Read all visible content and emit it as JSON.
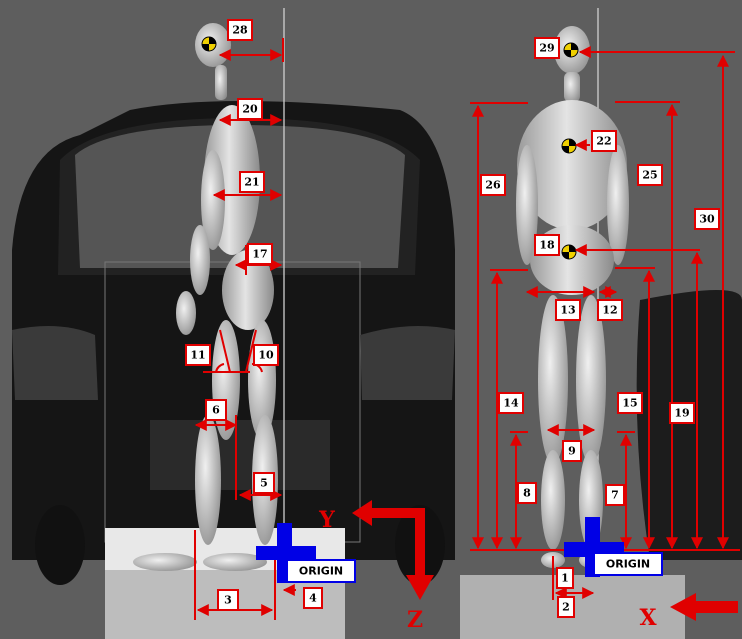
{
  "colors": {
    "dimension": "#e00000",
    "origin_cross": "#0000e6",
    "background": "#5f5f5f"
  },
  "side_view": {
    "labels": [
      "28",
      "20",
      "21",
      "17",
      "11",
      "10",
      "6",
      "5",
      "3",
      "4"
    ],
    "origin_label": "ORIGIN",
    "axes": {
      "horizontal": "Y",
      "vertical": "Z"
    }
  },
  "front_view": {
    "labels": [
      "29",
      "22",
      "18",
      "13",
      "12",
      "26",
      "25",
      "30",
      "14",
      "15",
      "19",
      "9",
      "8",
      "7",
      "1",
      "2"
    ],
    "origin_label": "ORIGIN",
    "axes": {
      "horizontal": "X"
    }
  },
  "icons": {
    "target_marker": "crash-test-target-icon",
    "origin_marker": "cross-icon",
    "axis_arrow": "arrow-icon"
  }
}
